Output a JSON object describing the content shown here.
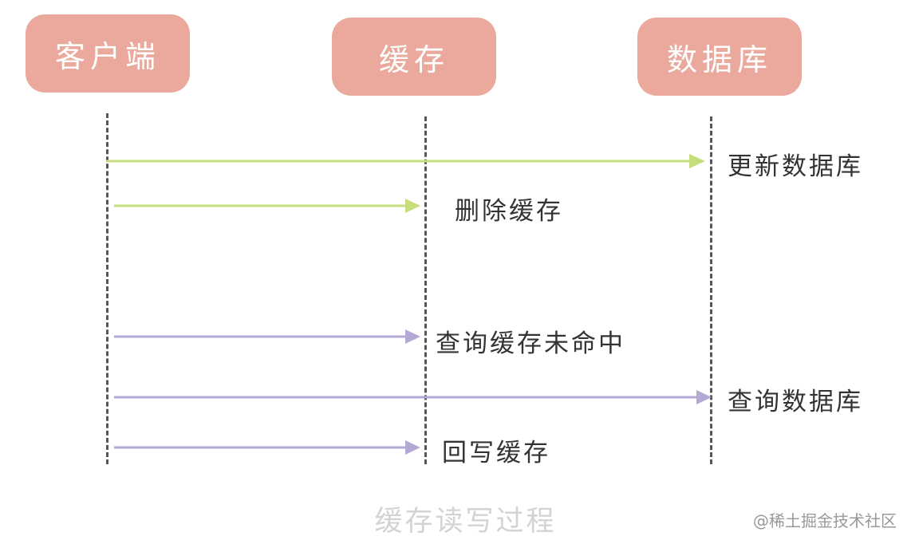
{
  "actors": {
    "client": "客户端",
    "cache": "缓存",
    "database": "数据库"
  },
  "messages": {
    "update_db": "更新数据库",
    "delete_cache": "删除缓存",
    "query_cache_miss": "查询缓存未命中",
    "query_db": "查询数据库",
    "write_back_cache": "回写缓存"
  },
  "caption": "缓存读写过程",
  "watermark": "@稀土掘金技术社区",
  "colors": {
    "actor_fill": "#eaa99c",
    "write_arrow": "#c6dd7c",
    "read_arrow": "#b4a9d4",
    "lifeline": "#555555"
  }
}
